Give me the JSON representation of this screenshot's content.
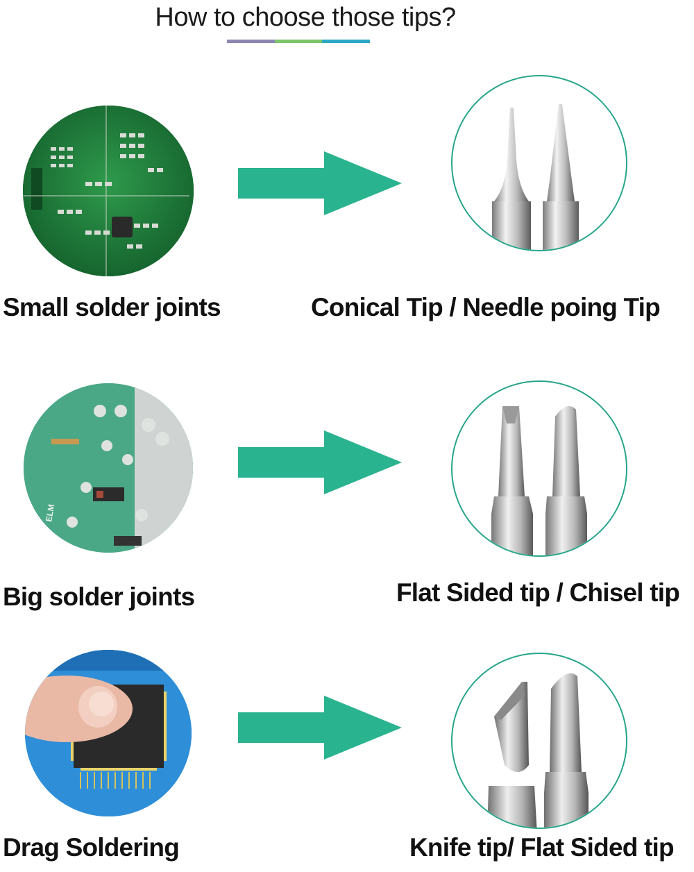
{
  "title": "How to choose those tips?",
  "title_bar_colors": [
    "#8e86b4",
    "#7ec46a",
    "#2aa9c7"
  ],
  "accent_color": "#2ab38f",
  "rows": [
    {
      "left_label": "Small solder joints",
      "right_label": "Conical Tip / Needle poing Tip",
      "left_image": "green-pcb-small-components",
      "right_image": "conical-needle-tips"
    },
    {
      "left_label": "Big solder joints",
      "right_label": "Flat Sided tip / Chisel tip",
      "left_image": "green-pcb-large-components",
      "right_image": "flat-chisel-tips"
    },
    {
      "left_label": "Drag Soldering",
      "right_label": "Knife tip/ Flat Sided tip",
      "left_image": "finger-holding-chip",
      "right_image": "knife-flat-tips"
    }
  ]
}
